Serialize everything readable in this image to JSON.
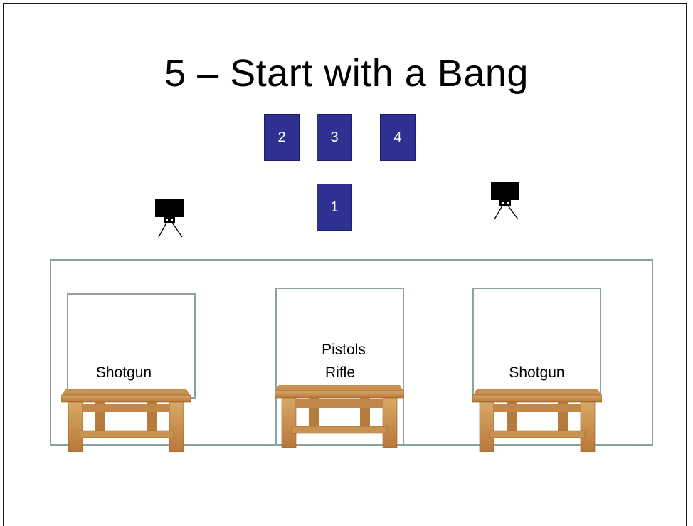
{
  "slide": {
    "title": "5 – Start with a Bang"
  },
  "targets": [
    {
      "label": "2"
    },
    {
      "label": "3"
    },
    {
      "label": "4"
    },
    {
      "label": "1"
    }
  ],
  "stations": [
    {
      "labels": [
        "Shotgun"
      ]
    },
    {
      "labels": [
        "Pistols",
        "Rifle"
      ]
    },
    {
      "labels": [
        "Shotgun"
      ]
    }
  ],
  "colors": {
    "target_fill": "#2e3192",
    "box_outline": "#8aa3a1",
    "table_wood": "#c98f4a"
  }
}
